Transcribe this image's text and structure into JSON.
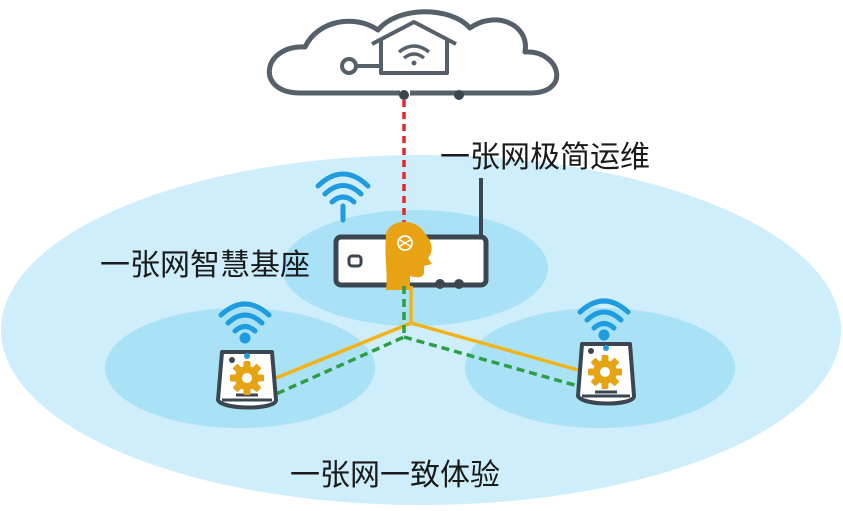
{
  "labels": {
    "ops": "一张网极简运维",
    "base": "一张网智慧基座",
    "experience": "一张网一致体验"
  },
  "colors": {
    "sky_ellipse": "#cdeefa",
    "light_ellipse": "#a9e2f6",
    "device_stroke": "#3b4650",
    "cloud_stroke": "#56606a",
    "wifi_blue": "#1f9be0",
    "link_red": "#e8262a",
    "link_yellow": "#f2b319",
    "link_green": "#2e9e46",
    "gear_yellow": "#e6a313",
    "brain_yellow": "#e8a314"
  },
  "icons": {
    "cloud": "cloud-icon",
    "home_wifi": "home-wifi-icon",
    "router": "router-icon",
    "ai_brain": "ai-brain-icon",
    "access_point": "access-point-icon",
    "gear": "gear-icon",
    "wifi": "wifi-icon"
  }
}
